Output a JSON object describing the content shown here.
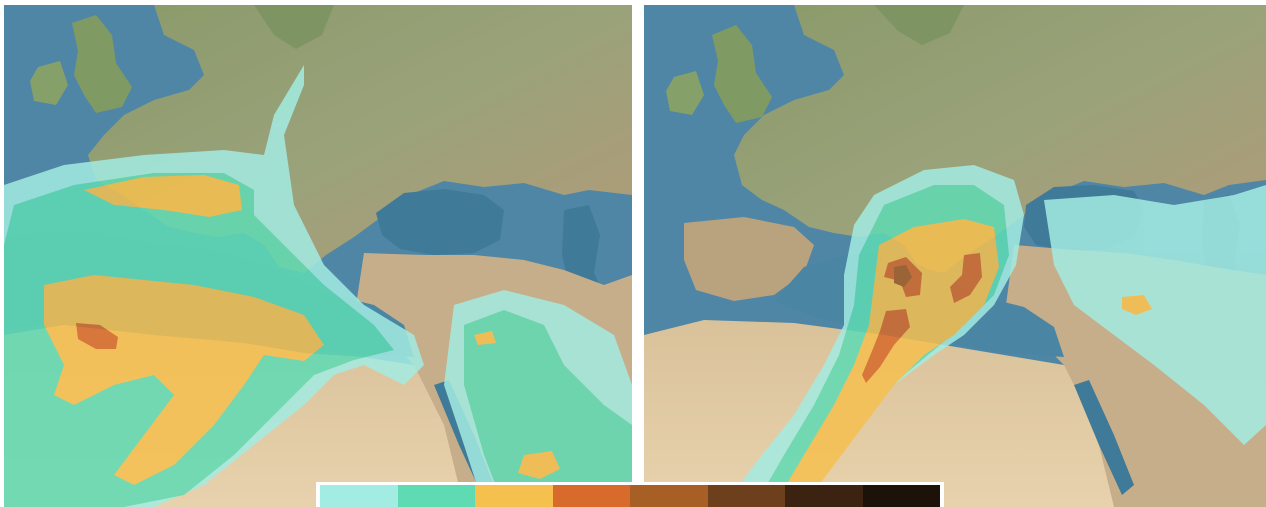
{
  "maps": [
    {
      "id": "left",
      "basemap": "satellite-relief",
      "layer": "aerosol-concentration-overlay"
    },
    {
      "id": "right",
      "basemap": "satellite-relief",
      "layer": "aerosol-concentration-overlay"
    }
  ],
  "legend": {
    "colors": [
      "#a3ece3",
      "#5fdbb4",
      "#f6c04f",
      "#d86a2b",
      "#a85f25",
      "#6e3f1d",
      "#3b2211",
      "#1c120a"
    ]
  }
}
